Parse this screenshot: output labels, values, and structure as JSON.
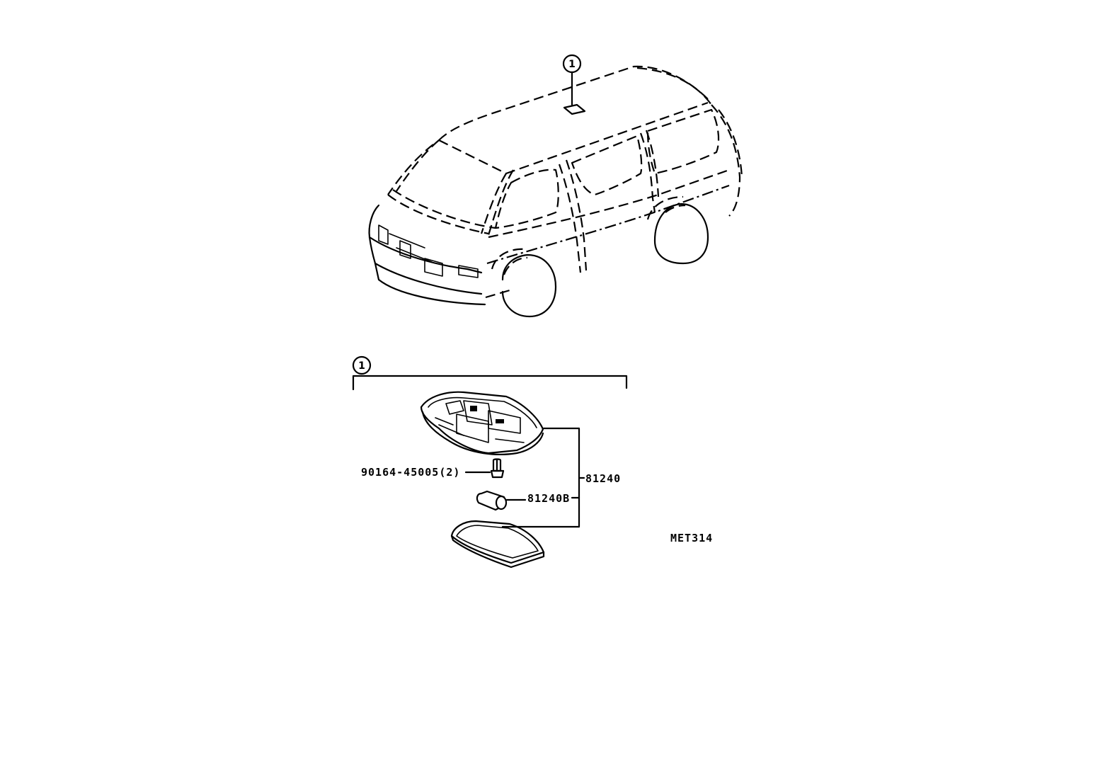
{
  "diagram": {
    "code": "MET314",
    "callout": "1",
    "parts": {
      "assembly": "81240",
      "bulb": "81240B",
      "screw": "90164-45005(2)"
    }
  }
}
